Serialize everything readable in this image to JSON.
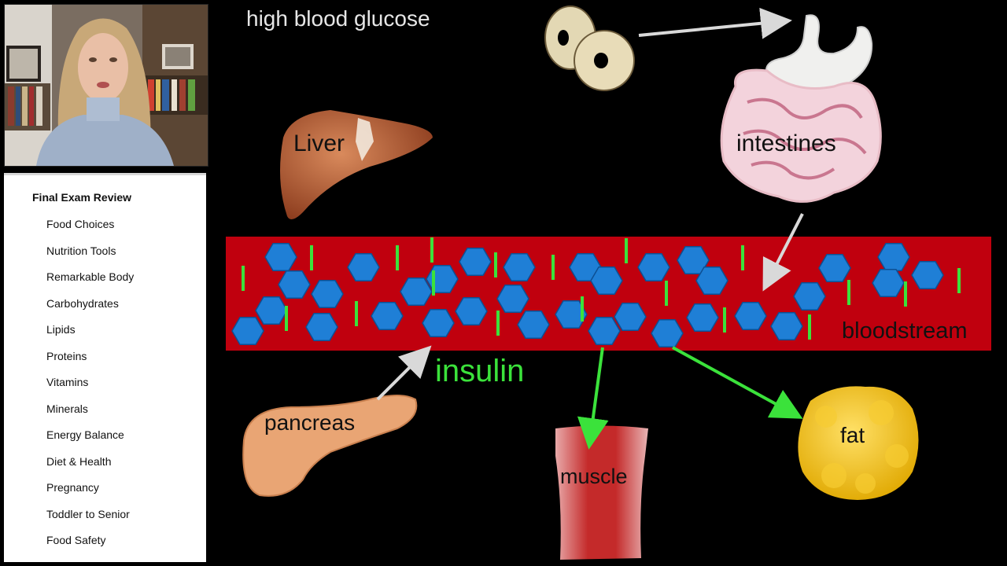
{
  "sidebar": {
    "heading": "Final Exam Review",
    "items": [
      {
        "label": "Food Choices"
      },
      {
        "label": "Nutrition Tools"
      },
      {
        "label": "Remarkable Body"
      },
      {
        "label": "Carbohydrates"
      },
      {
        "label": "Lipids"
      },
      {
        "label": "Proteins"
      },
      {
        "label": "Vitamins"
      },
      {
        "label": "Minerals"
      },
      {
        "label": "Energy Balance"
      },
      {
        "label": "Diet & Health"
      },
      {
        "label": "Pregnancy"
      },
      {
        "label": "Toddler to Senior"
      },
      {
        "label": "Food Safety"
      }
    ]
  },
  "diagram": {
    "title": "high blood glucose",
    "labels": {
      "liver": "Liver",
      "intestines": "intestines",
      "bloodstream": "bloodstream",
      "insulin": "insulin",
      "pancreas": "pancreas",
      "muscle": "muscle",
      "fat": "fat"
    },
    "colors": {
      "bloodstream": "#c0000e",
      "glucose": "#1f7fd6",
      "insulin": "#3be23b",
      "arrow_gray": "#d9d9d9",
      "arrow_green": "#3be23b"
    },
    "icons": [
      "donut-icon",
      "stomach-icon",
      "liver-icon",
      "intestines-icon",
      "pancreas-icon",
      "muscle-icon",
      "fat-icon"
    ]
  }
}
